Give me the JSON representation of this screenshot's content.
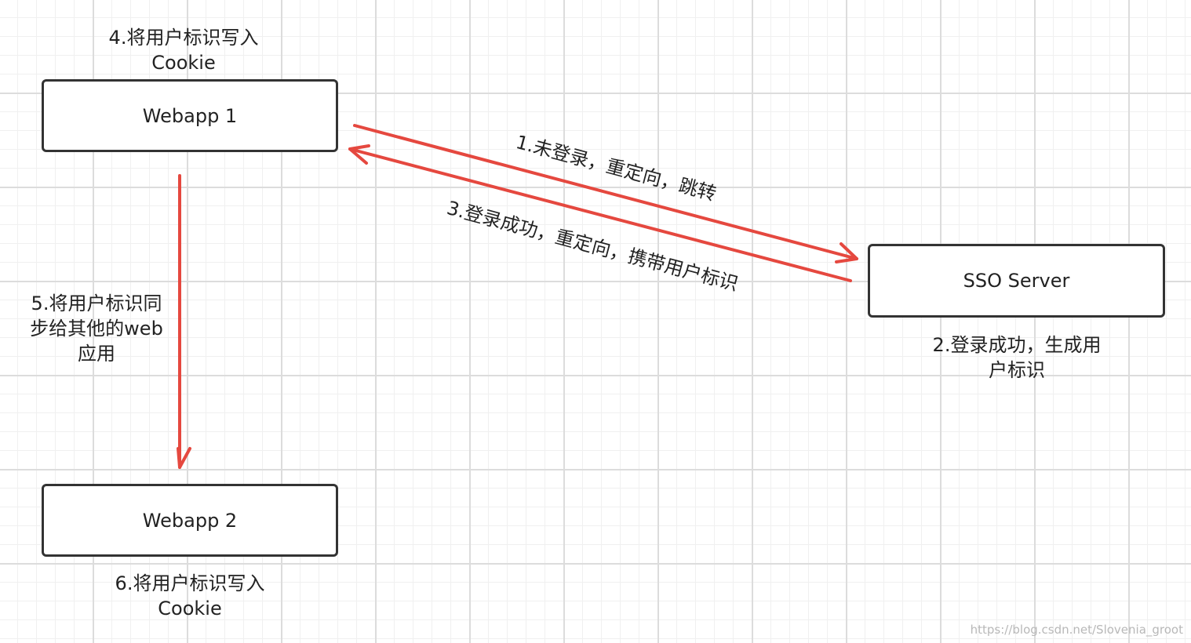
{
  "nodes": {
    "webapp1": "Webapp 1",
    "webapp2": "Webapp 2",
    "sso_server": "SSO Server"
  },
  "notes": {
    "step4": [
      "4.将用户标识写入",
      "Cookie"
    ],
    "step2": [
      "2.登录成功，生成用",
      "户标识"
    ],
    "step5": [
      "5.将用户标识同",
      "步给其他的web",
      "应用"
    ],
    "step6": [
      "6.将用户标识写入",
      "Cookie"
    ]
  },
  "edges": {
    "step1_label": "1.未登录，重定向，跳转",
    "step3_label": "3.登录成功，重定向，携带用户标识"
  },
  "colors": {
    "arrow": "#e5483f",
    "border": "#333333"
  },
  "watermark": "https://blog.csdn.net/Slovenia_groot"
}
